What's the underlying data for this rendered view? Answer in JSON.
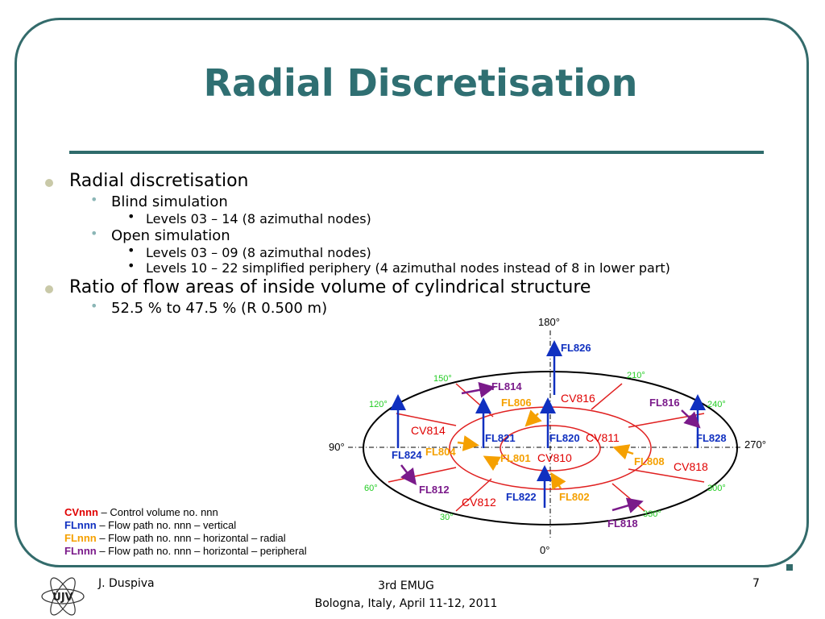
{
  "slide": {
    "title": "Radial Discretisation",
    "bullets": [
      {
        "text": "Radial discretisation",
        "children": [
          {
            "text": "Blind simulation",
            "children": [
              "Levels 03 – 14 (8 azimuthal nodes)"
            ]
          },
          {
            "text": "Open simulation",
            "children": [
              "Levels 03 – 09 (8 azimuthal nodes)",
              "Levels 10 – 22 simplified periphery (4 azimuthal nodes instead of 8 in lower part)"
            ]
          }
        ]
      },
      {
        "text": "Ratio of flow areas of inside volume of cylindrical structure",
        "children": [
          {
            "text": "52.5 % to 47.5 % (R 0.500 m)",
            "children": []
          }
        ]
      }
    ]
  },
  "diagram": {
    "angles": {
      "a0": "0°",
      "a30": "30°",
      "a60": "60°",
      "a90": "90°",
      "a120": "120°",
      "a150": "150°",
      "a180": "180°",
      "a210": "210°",
      "a240": "240°",
      "a270": "270°",
      "a300": "300°",
      "a330": "330°"
    },
    "cv": {
      "cv810": "CV810",
      "cv811": "CV811",
      "cv812": "CV812",
      "cv814": "CV814",
      "cv816": "CV816",
      "cv818": "CV818"
    },
    "fl": {
      "fl801": "FL801",
      "fl802": "FL802",
      "fl804": "FL804",
      "fl806": "FL806",
      "fl808": "FL808",
      "fl812": "FL812",
      "fl814": "FL814",
      "fl816": "FL816",
      "fl818": "FL818",
      "fl820": "FL820",
      "fl821": "FL821",
      "fl822": "FL822",
      "fl824": "FL824",
      "fl826": "FL826",
      "fl828": "FL828"
    },
    "colors": {
      "cv": "#e00000",
      "vertical": "#1030c0",
      "radial": "#f5a000",
      "peripheral": "#7a1a8a",
      "angle": "#22cc22",
      "ring": "#e02020"
    }
  },
  "legend": [
    {
      "key": "CVnnn",
      "desc": " – Control volume no. nnn",
      "color": "#e00000"
    },
    {
      "key": "FLnnn",
      "desc": " – Flow path no. nnn – vertical",
      "color": "#1030c0"
    },
    {
      "key": "FLnnn",
      "desc": " – Flow path no. nnn – horizontal – radial",
      "color": "#f5a000"
    },
    {
      "key": "FLnnn",
      "desc": " – Flow path no. nnn – horizontal – peripheral",
      "color": "#7a1a8a"
    }
  ],
  "footer": {
    "author": "J. Duspiva",
    "event": "3rd EMUG",
    "location": "Bologna, Italy, April 11-12, 2011",
    "page": "7",
    "logo_text": "ÚJV"
  }
}
